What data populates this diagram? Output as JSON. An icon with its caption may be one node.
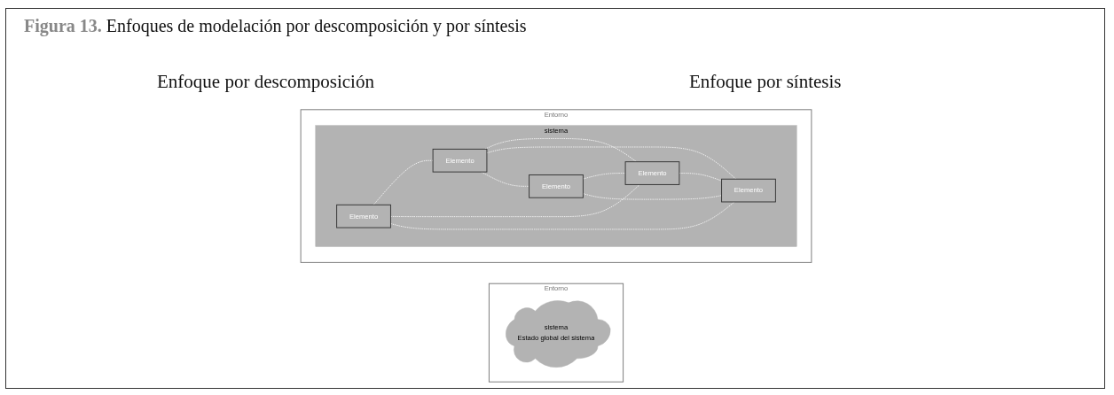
{
  "diagram": {
    "title": "**Figura 13.** Enfoques de modelación por descomposición y por síntesis",
    "nodes": [
      {
        "text": [
          "Entorno"
        ]
      },
      {
        "text": [
          "sistema",
          "Estado global del sistema"
        ],
        "in": 0
      },
      {
        "text": [
          "Entorno"
        ]
      },
      {
        "text": [
          "sistema"
        ],
        "in": 2
      },
      {
        "text": [
          "Elemento"
        ],
        "in": 3
      },
      {
        "text": [
          "Elemento"
        ],
        "in": 3
      },
      {
        "text": [
          "Elemento"
        ],
        "in": 3
      },
      {
        "text": [
          "Elemento"
        ],
        "in": 3
      },
      {
        "text": [
          "Elemento"
        ],
        "in": 3
      }
    ],
    "edges": [
      {
        "from": 4,
        "to": 5,
        "arrow": "none",
        "style": "dashed"
      },
      {
        "from": 4,
        "to": 7,
        "arrow": "none",
        "style": "dashed"
      },
      {
        "from": 4,
        "to": 8,
        "arrow": "none",
        "style": "dashed"
      },
      {
        "from": 5,
        "to": 7,
        "arrow": "none",
        "style": "dashed"
      },
      {
        "from": 5,
        "to": 8,
        "arrow": "none",
        "style": "dashed"
      },
      {
        "from": 5,
        "to": 6,
        "arrow": "none",
        "style": "dashed"
      },
      {
        "from": 6,
        "to": 7,
        "arrow": "none",
        "style": "dashed"
      },
      {
        "from": 6,
        "to": 8,
        "arrow": "none",
        "style": "dashed"
      },
      {
        "from": 7,
        "to": 8,
        "arrow": "none",
        "style": "dashed"
      }
    ],
    "labels": [
      "Enfoque por descomposición",
      "Enfoque por síntesis"
    ]
  }
}
